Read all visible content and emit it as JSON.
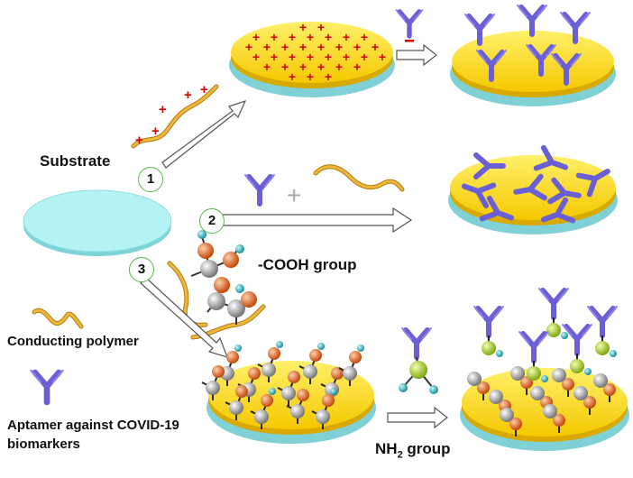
{
  "labels": {
    "substrate": "Substrate",
    "cooh": "-COOH group",
    "polymer": "Conducting polymer",
    "aptamer_line1": "Aptamer against COVID-19",
    "aptamer_line2": "biomarkers",
    "nh2": "NH",
    "nh2_sub": "2",
    "nh2_suffix": " group"
  },
  "steps": [
    "1",
    "2",
    "3"
  ],
  "colors": {
    "disc_top": "#fde12e",
    "disc_edge": "#7fd1d6",
    "substrate": "#a8eef0",
    "antibody": "#6b5fd6",
    "polymer": "#e3a12a",
    "plus": "#d40000",
    "oxygen": "#e06a1e",
    "carbon": "#a8a8a8",
    "hydrogen": "#1cb8c6",
    "nitrogen": "#a7d13a"
  },
  "icons": [
    "antibody-icon",
    "polymer-icon",
    "plus-charge-icon",
    "minus-charge-icon",
    "arrow-icon"
  ]
}
